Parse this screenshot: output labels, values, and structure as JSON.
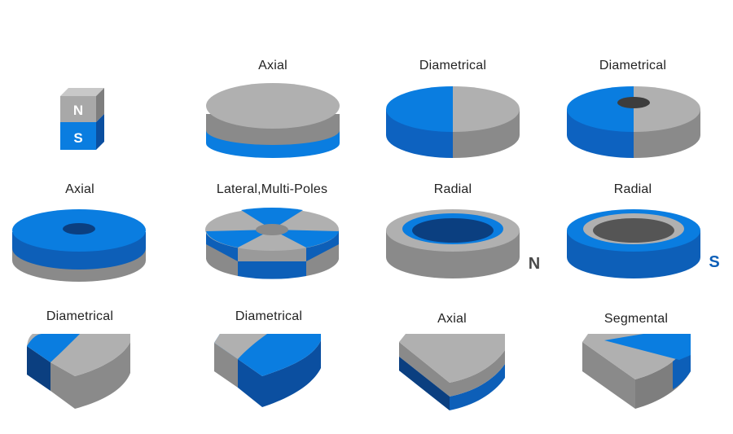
{
  "colors": {
    "blue_light": "#0a7de0",
    "blue_mid": "#0d5fb8",
    "blue_dark": "#0b3f80",
    "grey_top": "#b0b0b0",
    "grey_side": "#8a8a8a",
    "grey_dark": "#5a5a5a",
    "grey_hole": "#3d3d3d"
  },
  "labels": {
    "r1_axial": "Axial",
    "r1_diametrical_a": "Diametrical",
    "r1_diametrical_b": "Diametrical",
    "r2_axial": "Axial",
    "r2_lateral": "Lateral,Multi-Poles",
    "r2_radial_a": "Radial",
    "r2_radial_b": "Radial",
    "r3_diametrical_a": "Diametrical",
    "r3_diametrical_b": "Diametrical",
    "r3_axial": "Axial",
    "r3_segmental": "Segmental"
  },
  "poles": {
    "block_north": "N",
    "block_south": "S",
    "radial_a_pole": "N",
    "radial_b_pole": "S"
  },
  "icons": [
    "block-magnet",
    "disc-magnet",
    "ring-magnet",
    "arc-segment-magnet"
  ]
}
